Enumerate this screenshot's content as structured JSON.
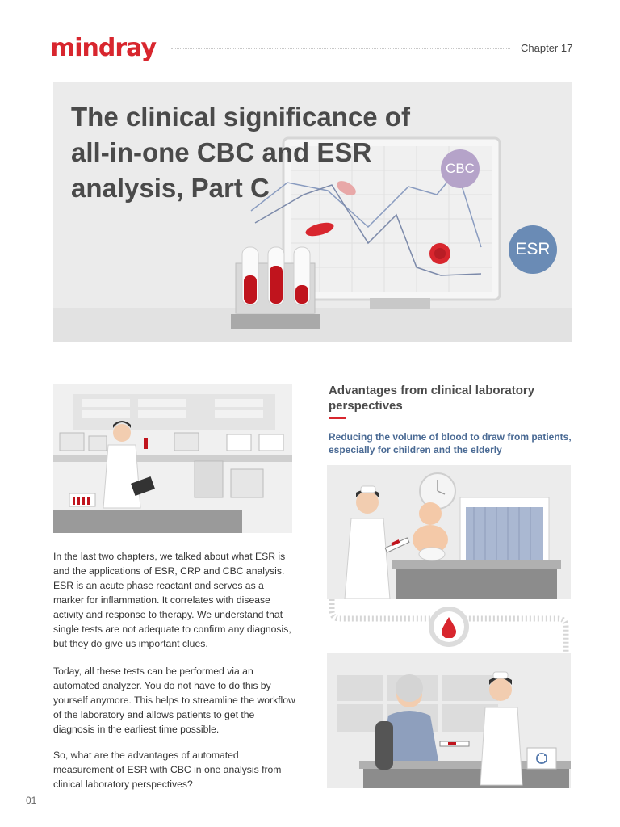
{
  "header": {
    "logo_text": "mindray",
    "chapter": "Chapter 17"
  },
  "hero": {
    "title_line1": "The clinical significance of",
    "title_line2": "all-in-one CBC and ESR",
    "title_line3": "analysis, Part C",
    "badge_cbc": "CBC",
    "badge_esr": "ESR"
  },
  "body": {
    "paragraph1": "In the last two chapters, we talked about what ESR is and the applications of ESR, CRP and CBC analysis. ESR is an acute phase reactant and serves as a marker for inflammation. It correlates with disease activity and response to therapy. We understand that single tests are not adequate to confirm any diagnosis, but they do give us important clues.",
    "paragraph2": "Today, all these tests can be performed via an automated analyzer. You do not have to do this by yourself anymore. This helps to streamline the workflow of the laboratory and allows patients to get the diagnosis in the earliest time possible.",
    "paragraph3": "So, what are the advantages of automated measurement of ESR with CBC in one analysis from clinical laboratory perspectives?"
  },
  "sidebar": {
    "heading": "Advantages from clinical laboratory perspectives",
    "subheading": "Reducing the volume of blood to draw from patients, especially for children and the elderly"
  },
  "footer": {
    "page_number": "01"
  },
  "colors": {
    "brand_red": "#d8262e",
    "subheading_blue": "#4a6a94",
    "cbc_badge": "#b5a3c9",
    "esr_badge": "#6a8bb5"
  }
}
